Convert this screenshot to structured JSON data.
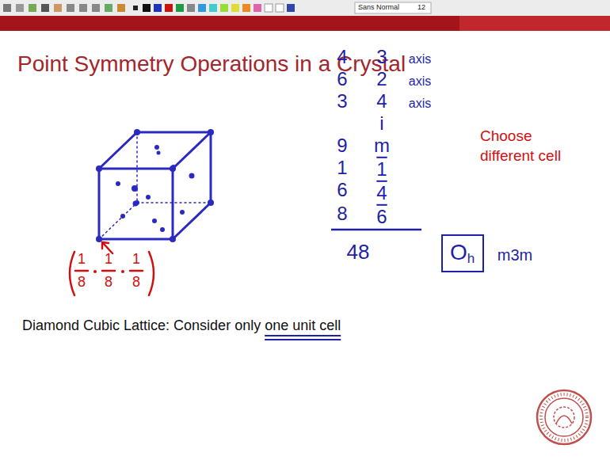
{
  "diagram": {
    "title": "Point Symmetry Operations in a Crystal",
    "caption": "Diamond Cubic Lattice: Consider only one unit cell",
    "nodes": [
      {
        "text": [
          "O",
          "h"
        ]
      }
    ],
    "labels": [
      "Sans Normal",
      "12",
      "1",
      "8",
      "1",
      "8",
      "1",
      "8",
      "4",
      "3",
      "axis",
      "6",
      "2",
      "axis",
      "3",
      "4",
      "axis",
      "i",
      "9",
      "m",
      "1",
      "1",
      "6",
      "4",
      "8",
      "6",
      "48",
      "Choose different cell",
      "m3m"
    ]
  }
}
